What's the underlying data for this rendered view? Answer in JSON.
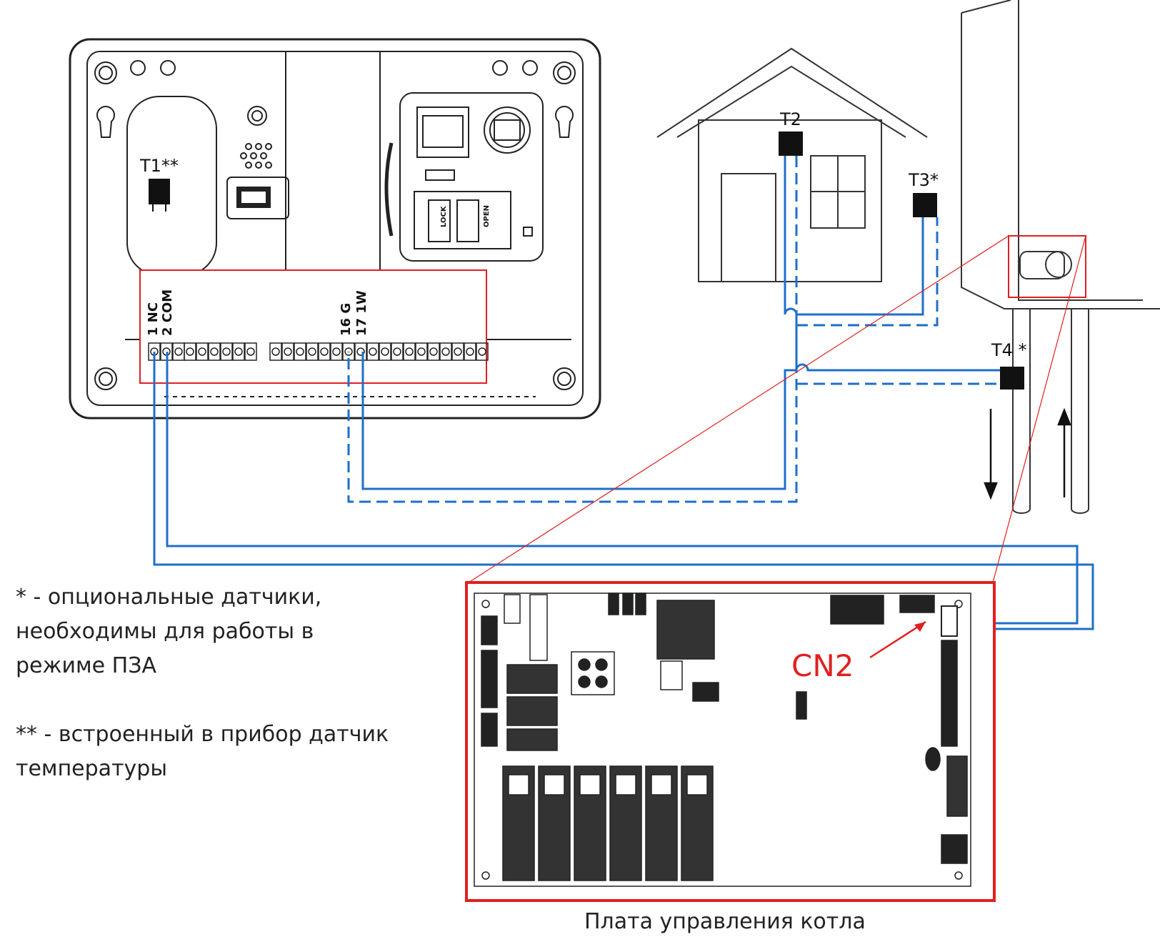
{
  "sensors": {
    "t1": "T1**",
    "t2": "T2",
    "t3": "T3*",
    "t4": "T4 *"
  },
  "terminals": {
    "nc": "1 NC",
    "com": "2 COM",
    "g": "16 G",
    "w": "17 1W"
  },
  "sim_labels": {
    "lock": "LOCK",
    "open": "OPEN"
  },
  "board": {
    "connector_label": "CN2",
    "caption": "Плата управления котла"
  },
  "notes": {
    "optional_line1": "* - опциональные датчики,",
    "optional_line2": "необходимы для работы в",
    "optional_line3": "режиме ПЗА",
    "builtin_line1": "** - встроенный в прибор датчик",
    "builtin_line2": "температуры"
  },
  "colors": {
    "wire": "#1f6fc9",
    "highlight": "#e02020",
    "outline": "#222222"
  }
}
